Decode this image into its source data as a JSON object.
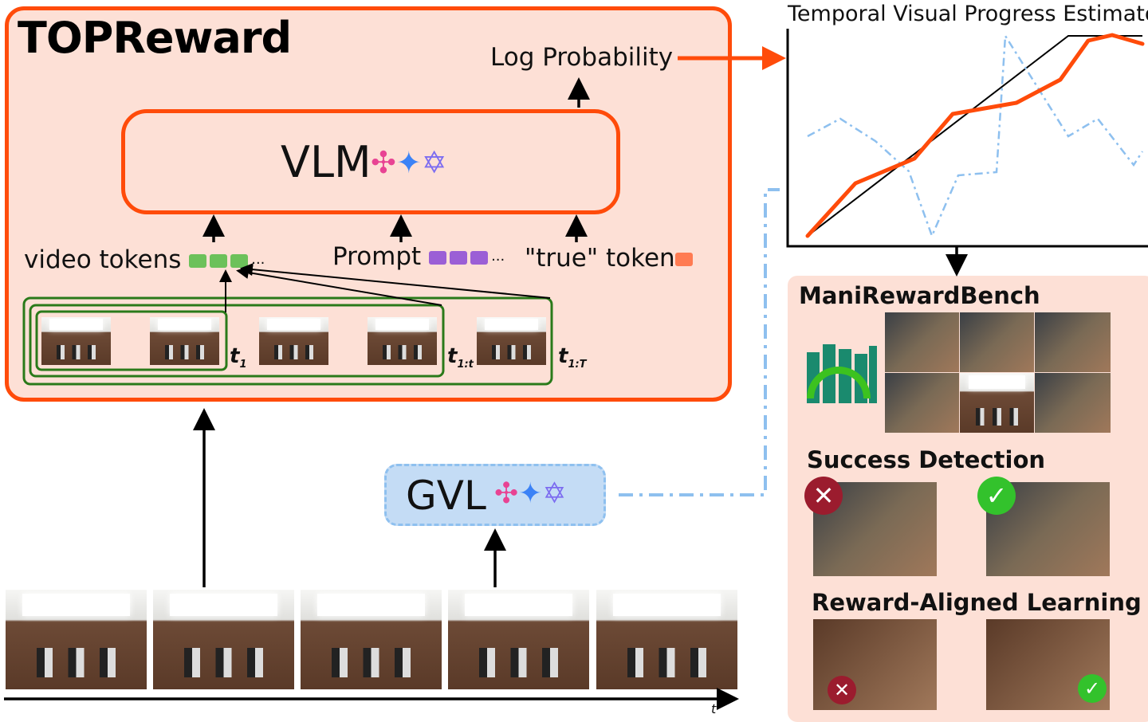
{
  "topreward": {
    "title": "TOPReward",
    "log_probability": "Log Probability",
    "vlm": "VLM",
    "video_tokens": "video tokens",
    "prompt": "Prompt",
    "true_token": "\"true\" token",
    "ellipsis": "···",
    "labels": {
      "t1": "t",
      "t1_sub": "1",
      "t1t": "t",
      "t1t_sub": "1:t",
      "t1T": "t",
      "t1T_sub": "1:T"
    }
  },
  "gvl": {
    "label": "GVL"
  },
  "chart": {
    "title": "Temporal Visual Progress Estimator"
  },
  "right": {
    "manireward": "ManiRewardBench",
    "success": "Success Detection",
    "reward": "Reward-Aligned Learning",
    "fail_icon": "x-icon",
    "success_icon": "check-icon"
  },
  "timeline": {
    "label": "t"
  },
  "colors": {
    "accent": "#ff4b0a",
    "panel": "#fde0d6",
    "video_token": "#6cc15a",
    "prompt_token": "#9b5fd6",
    "true_token": "#ff7b52",
    "gvl": "#c4dcf5",
    "gvl_border": "#8ec0ef",
    "green_frame": "#2a7a1a",
    "fail": "#9b1c2e",
    "success": "#33c22c"
  }
}
